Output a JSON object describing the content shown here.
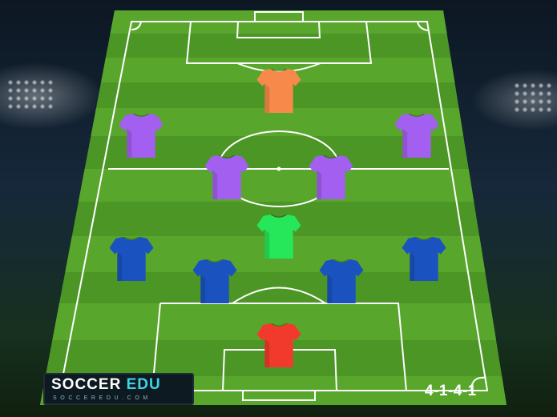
{
  "colors": {
    "goalkeeper": "#f23a2c",
    "defender": "#1a52c0",
    "defensive_midfielder": "#26e65a",
    "midfielder": "#a35ff0",
    "forward": "#f78a4a",
    "pitch_stripe_light": "#59a62c",
    "pitch_stripe_dark": "#4c9626",
    "pitch_lines": "#ffffff"
  },
  "players": [
    {
      "role": "goalkeeper",
      "icon": "jersey-icon"
    },
    {
      "role": "defender",
      "icon": "jersey-icon"
    },
    {
      "role": "defender",
      "icon": "jersey-icon"
    },
    {
      "role": "defender",
      "icon": "jersey-icon"
    },
    {
      "role": "defender",
      "icon": "jersey-icon"
    },
    {
      "role": "defensive_midfielder",
      "icon": "jersey-icon"
    },
    {
      "role": "midfielder",
      "icon": "jersey-icon"
    },
    {
      "role": "midfielder",
      "icon": "jersey-icon"
    },
    {
      "role": "midfielder",
      "icon": "jersey-icon"
    },
    {
      "role": "midfielder",
      "icon": "jersey-icon"
    },
    {
      "role": "forward",
      "icon": "jersey-icon"
    }
  ],
  "logo": {
    "brand_main": "SOCCER ",
    "brand_accent": "EDU",
    "brand_url": "SOCCEREDU.COM"
  },
  "formation": "4-1-4-1"
}
